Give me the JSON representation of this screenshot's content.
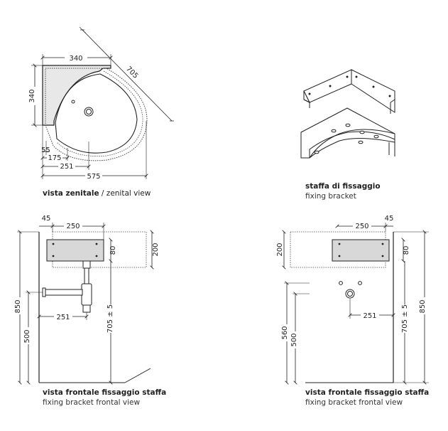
{
  "top_view": {
    "caption_bold": "vista zenitale",
    "caption_rest": " / zenital view",
    "dims": {
      "width_top": "340",
      "height_left": "340",
      "diagonal": "705",
      "d55": "55",
      "d175": "175",
      "d251": "251",
      "d575": "575"
    }
  },
  "bracket_view": {
    "caption_bold": "staffa di fissaggio",
    "caption_sub": "fixing bracket"
  },
  "front_left": {
    "caption_bold": "vista frontale fissaggio staffa",
    "caption_sub": "fixing bracket frontal view",
    "dims": {
      "d45": "45",
      "d250": "250",
      "d80": "80",
      "d200": "200",
      "d850": "850",
      "d500": "500",
      "d251": "251",
      "d705": "705 ± 5"
    }
  },
  "front_right": {
    "caption_bold": "vista frontale fissaggio staffa",
    "caption_sub": "fixing bracket frontal view",
    "dims": {
      "d45": "45",
      "d250": "250",
      "d80": "80",
      "d200": "200",
      "d560": "560",
      "d500": "500",
      "d251": "251",
      "d705": "705 ± 5",
      "d850": "850"
    }
  }
}
